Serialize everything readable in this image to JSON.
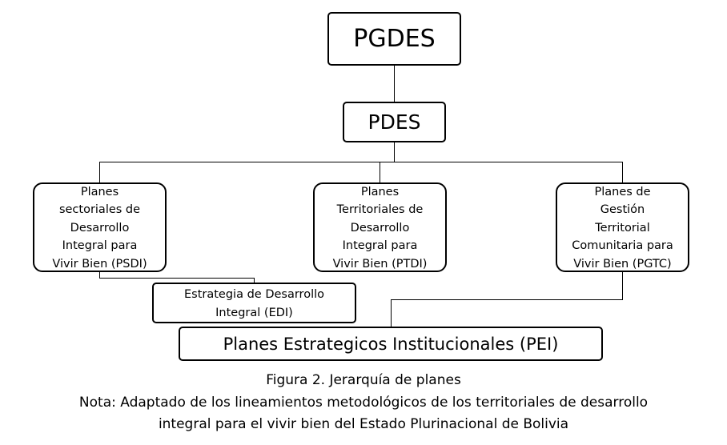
{
  "nodes": {
    "pgdes": "PGDES",
    "pdes": "PDES",
    "psdi": [
      "Planes",
      "sectoriales de",
      "Desarrollo",
      "Integral para",
      "Vivir Bien (PSDI)"
    ],
    "ptdi": [
      "Planes",
      "Territoriales de",
      "Desarrollo",
      "Integral para",
      "Vivir Bien (PTDI)"
    ],
    "pgtc": [
      "Planes de",
      "Gestión",
      "Territorial",
      "Comunitaria para",
      "Vivir Bien (PGTC)"
    ],
    "edi": [
      "Estrategia de Desarrollo",
      "Integral (EDI)"
    ],
    "pei": "Planes Estrategicos Institucionales (PEI)"
  },
  "caption": {
    "figure": "Figura 2.  Jerarquía de planes",
    "note_line1": "Nota: Adaptado de los lineamientos metodológicos de los territoriales de desarrollo",
    "note_line2": "integral para el vivir bien del Estado Plurinacional de Bolivia"
  }
}
